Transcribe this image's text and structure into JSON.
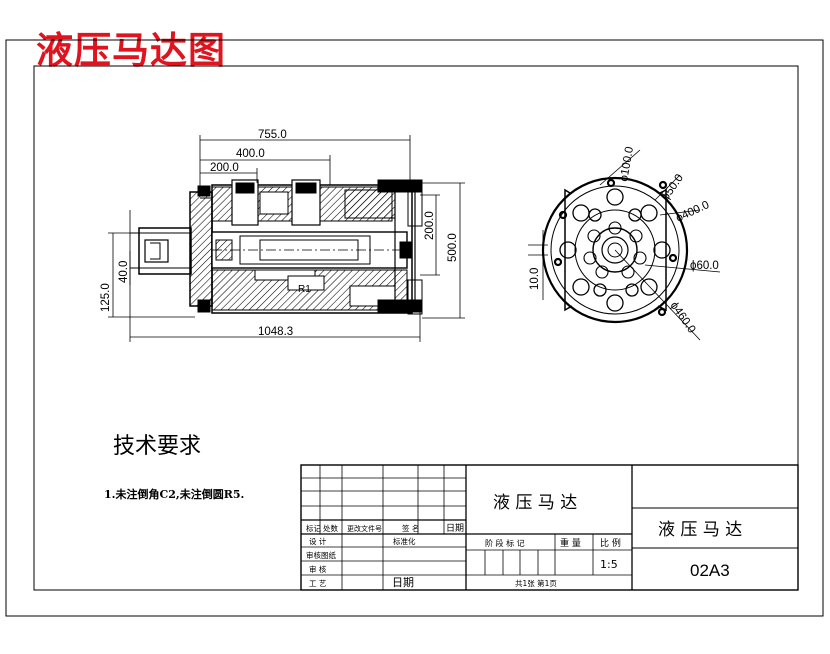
{
  "page_title": "液压马达图",
  "front_view": {
    "dims": {
      "d755": "755.0",
      "d400": "400.0",
      "d200_top": "200.0",
      "d1048": "1048.3",
      "d125": "125.0",
      "d40": "40.0",
      "d200_right": "200.0",
      "d500": "500.0",
      "r1": "R1"
    }
  },
  "side_view": {
    "dims": {
      "phi100": "ϕ100.0",
      "phi50": "ϕ50.0",
      "phi400": "ϕ400.0",
      "phi60": "ϕ60.0",
      "phi460": "ϕ460.0",
      "d10": "10.0"
    }
  },
  "requirements": {
    "title": "技术要求",
    "item1": "1.未注倒角C2,未注倒圆R5."
  },
  "title_block": {
    "name_center": "液 压 马 达",
    "name_right": "液 压 马 达",
    "drawing_no": "02A3",
    "scale": "1:5",
    "headers": {
      "mark": "标记",
      "count": "处数",
      "doc_no": "更改文件号",
      "signature": "签 名",
      "date": "日期",
      "design": "设 计",
      "standard": "标准化",
      "proofread": "审核图纸",
      "review": "审 核",
      "process": "工 艺",
      "date2": "日期",
      "stage_mark": "阶 段 标 记",
      "weight": "重 量",
      "ratio": "比 例",
      "sheets": "共1张  第1页"
    }
  }
}
